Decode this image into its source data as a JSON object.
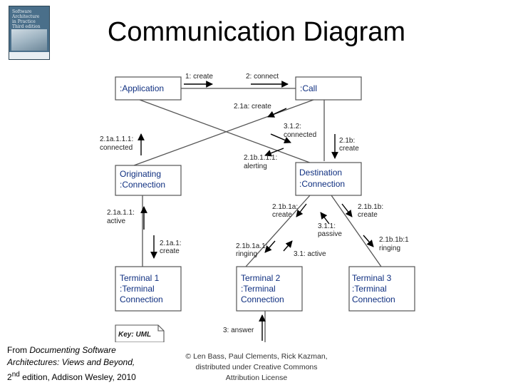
{
  "title": "Communication Diagram",
  "book_cover": {
    "text": "Software\nArchitecture\nin Practice\nThird edition"
  },
  "nodes": [
    {
      "id": "app",
      "lines": [
        ":Application"
      ]
    },
    {
      "id": "call",
      "lines": [
        ":Call"
      ]
    },
    {
      "id": "orig",
      "lines": [
        "Originating",
        ":Connection"
      ]
    },
    {
      "id": "dest",
      "lines": [
        "Destination",
        ":Connection"
      ]
    },
    {
      "id": "t1",
      "lines": [
        "Terminal 1",
        ":Terminal",
        "Connection"
      ]
    },
    {
      "id": "t2",
      "lines": [
        "Terminal 2",
        ":Terminal",
        "Connection"
      ]
    },
    {
      "id": "t3",
      "lines": [
        "Terminal 3",
        ":Terminal",
        "Connection"
      ]
    }
  ],
  "messages": [
    {
      "id": "m1",
      "lines": [
        "1: create"
      ]
    },
    {
      "id": "m2",
      "lines": [
        "2: connect"
      ]
    },
    {
      "id": "m21a",
      "lines": [
        "2.1a: create"
      ]
    },
    {
      "id": "m312",
      "lines": [
        "3.1.2:",
        "connected"
      ]
    },
    {
      "id": "m21b",
      "lines": [
        "2.1b:",
        "create"
      ]
    },
    {
      "id": "m21a111",
      "lines": [
        "2.1a.1.1.1:",
        "connected"
      ]
    },
    {
      "id": "m21b111",
      "lines": [
        "2.1b.1.1.1:",
        "alerting"
      ]
    },
    {
      "id": "m21a11",
      "lines": [
        "2.1a.1.1:",
        "active"
      ]
    },
    {
      "id": "m21a1",
      "lines": [
        "2.1a.1:",
        "create"
      ]
    },
    {
      "id": "m21b1a",
      "lines": [
        "2.1b.1a:",
        "create"
      ]
    },
    {
      "id": "m21b1b",
      "lines": [
        "2.1b.1b:",
        "create"
      ]
    },
    {
      "id": "m311",
      "lines": [
        "3.1.1:",
        "passive"
      ]
    },
    {
      "id": "m21b1a1",
      "lines": [
        "2.1b.1a.1:",
        "ringing"
      ]
    },
    {
      "id": "m31",
      "lines": [
        "3.1: active"
      ]
    },
    {
      "id": "m21b1b1",
      "lines": [
        "2.1b.1b:1",
        "ringing"
      ]
    },
    {
      "id": "m3",
      "lines": [
        "3: answer"
      ]
    }
  ],
  "key": {
    "label": "Key: UML"
  },
  "citation": {
    "prefix": "From ",
    "title": "Documenting Software Architectures: Views and Beyond,",
    "edition_num": "2",
    "edition_sup": "nd",
    "edition_rest": " edition, Addison Wesley, 2010"
  },
  "license": "© Len Bass, Paul Clements, Rick Kazman, distributed under Creative Commons Attribution License"
}
